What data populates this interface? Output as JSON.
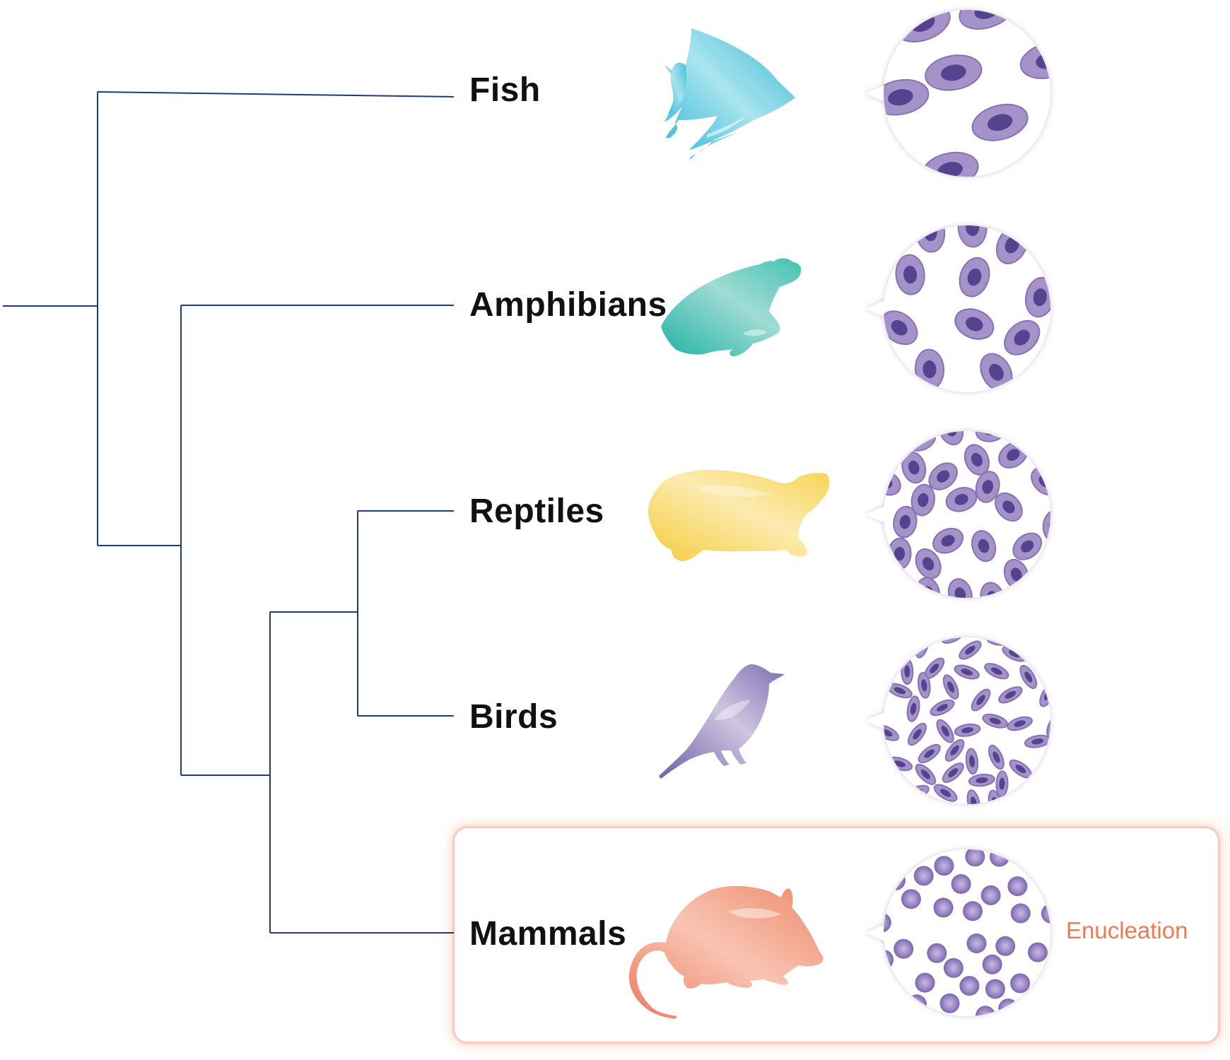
{
  "taxa": [
    {
      "id": "fish",
      "label": "Fish"
    },
    {
      "id": "amphibians",
      "label": "Amphibians"
    },
    {
      "id": "reptiles",
      "label": "Reptiles"
    },
    {
      "id": "birds",
      "label": "Birds"
    },
    {
      "id": "mammals",
      "label": "Mammals"
    }
  ],
  "annotation": {
    "mammals_note": "Enucleation"
  },
  "colors": {
    "tree_line": "#1f3a7d",
    "fish": "#46c3da",
    "amphibian": "#3cbfb0",
    "reptile": "#f5d35a",
    "bird": "#8a7bb6",
    "mammal": "#ef8b6d",
    "cell_body": "#9a86bf",
    "cell_nucleus": "#54448f",
    "enucleation_text": "#ec7a52"
  },
  "icons": [
    "fish-silhouette-icon",
    "frog-silhouette-icon",
    "turtle-silhouette-icon",
    "bird-silhouette-icon",
    "mouse-silhouette-icon"
  ]
}
